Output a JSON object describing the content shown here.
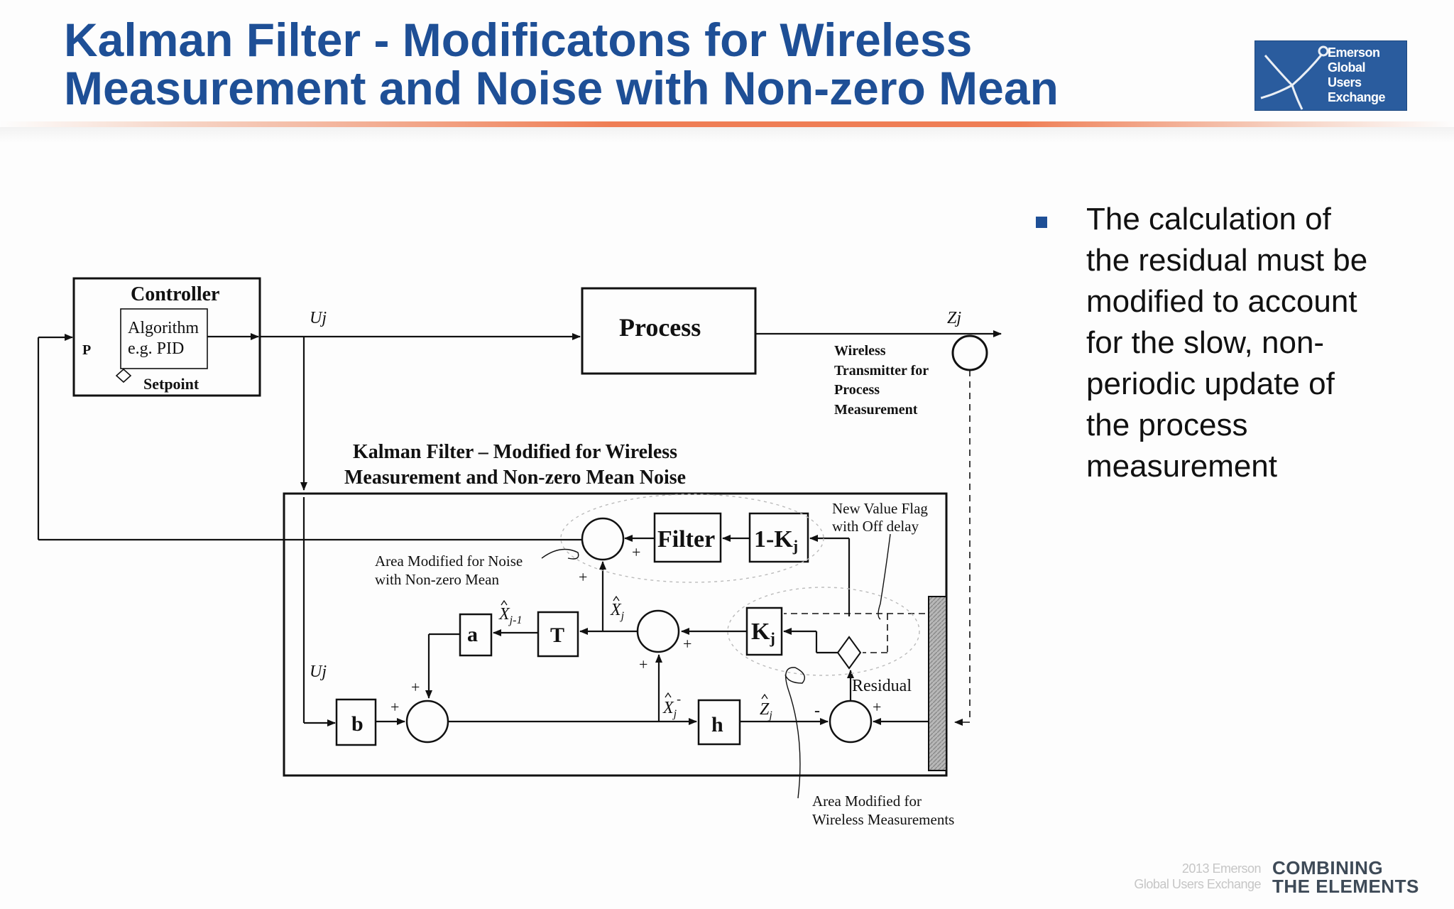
{
  "slide": {
    "title_line1": "Kalman Filter - Modificatons for Wireless",
    "title_line2": "Measurement and Noise with Non-zero Mean"
  },
  "logo": {
    "line1": "Emerson",
    "line2": "Global",
    "line3": "Users",
    "line4": "Exchange"
  },
  "bullet": {
    "lines": [
      "The calculation of",
      "the residual must be",
      "modified to account",
      "for the slow, non-",
      "periodic update of",
      "the process",
      "measurement"
    ]
  },
  "diagram": {
    "controller": "Controller",
    "algorithm_line1": "Algorithm",
    "algorithm_line2": "e.g. PID",
    "p_label": "P",
    "setpoint": "Setpoint",
    "uj_top": "Uj",
    "process": "Process",
    "zj_top": "Zj",
    "wireless_line1": "Wireless",
    "wireless_line2": "Transmitter for",
    "wireless_line3": "Process",
    "wireless_line4": "Measurement",
    "kf_title_line1": "Kalman Filter – Modified for Wireless",
    "kf_title_line2": "Measurement and Non-zero Mean Noise",
    "filter": "Filter",
    "one_minus_k": "1-K",
    "k_sub": "j",
    "new_value_line1": "New Value Flag",
    "new_value_line2": "with Off delay",
    "area_noise_line1": "Area Modified for Noise",
    "area_noise_line2": "with Non-zero Mean",
    "kj": "K",
    "a_block": "a",
    "t_block": "T",
    "b_block": "b",
    "h_block": "h",
    "x_prev": "X",
    "x_prev_sub": "j-1",
    "x_hat": "X",
    "x_hat_sub": "j",
    "x_minus": "X",
    "x_minus_sub": "j",
    "x_minus_sup": "-",
    "z_hat": "Z",
    "z_hat_sub": "j",
    "uj_bottom": "Uj",
    "residual": "Residual",
    "area_wireless_line1": "Area Modified for",
    "area_wireless_line2": "Wireless Measurements",
    "plus": "+",
    "minus": "-"
  },
  "footer": {
    "left_line1": "2013 Emerson",
    "left_line2": "Global Users Exchange",
    "right_line1": "COMBINING",
    "right_line2": "THE ELEMENTS"
  }
}
